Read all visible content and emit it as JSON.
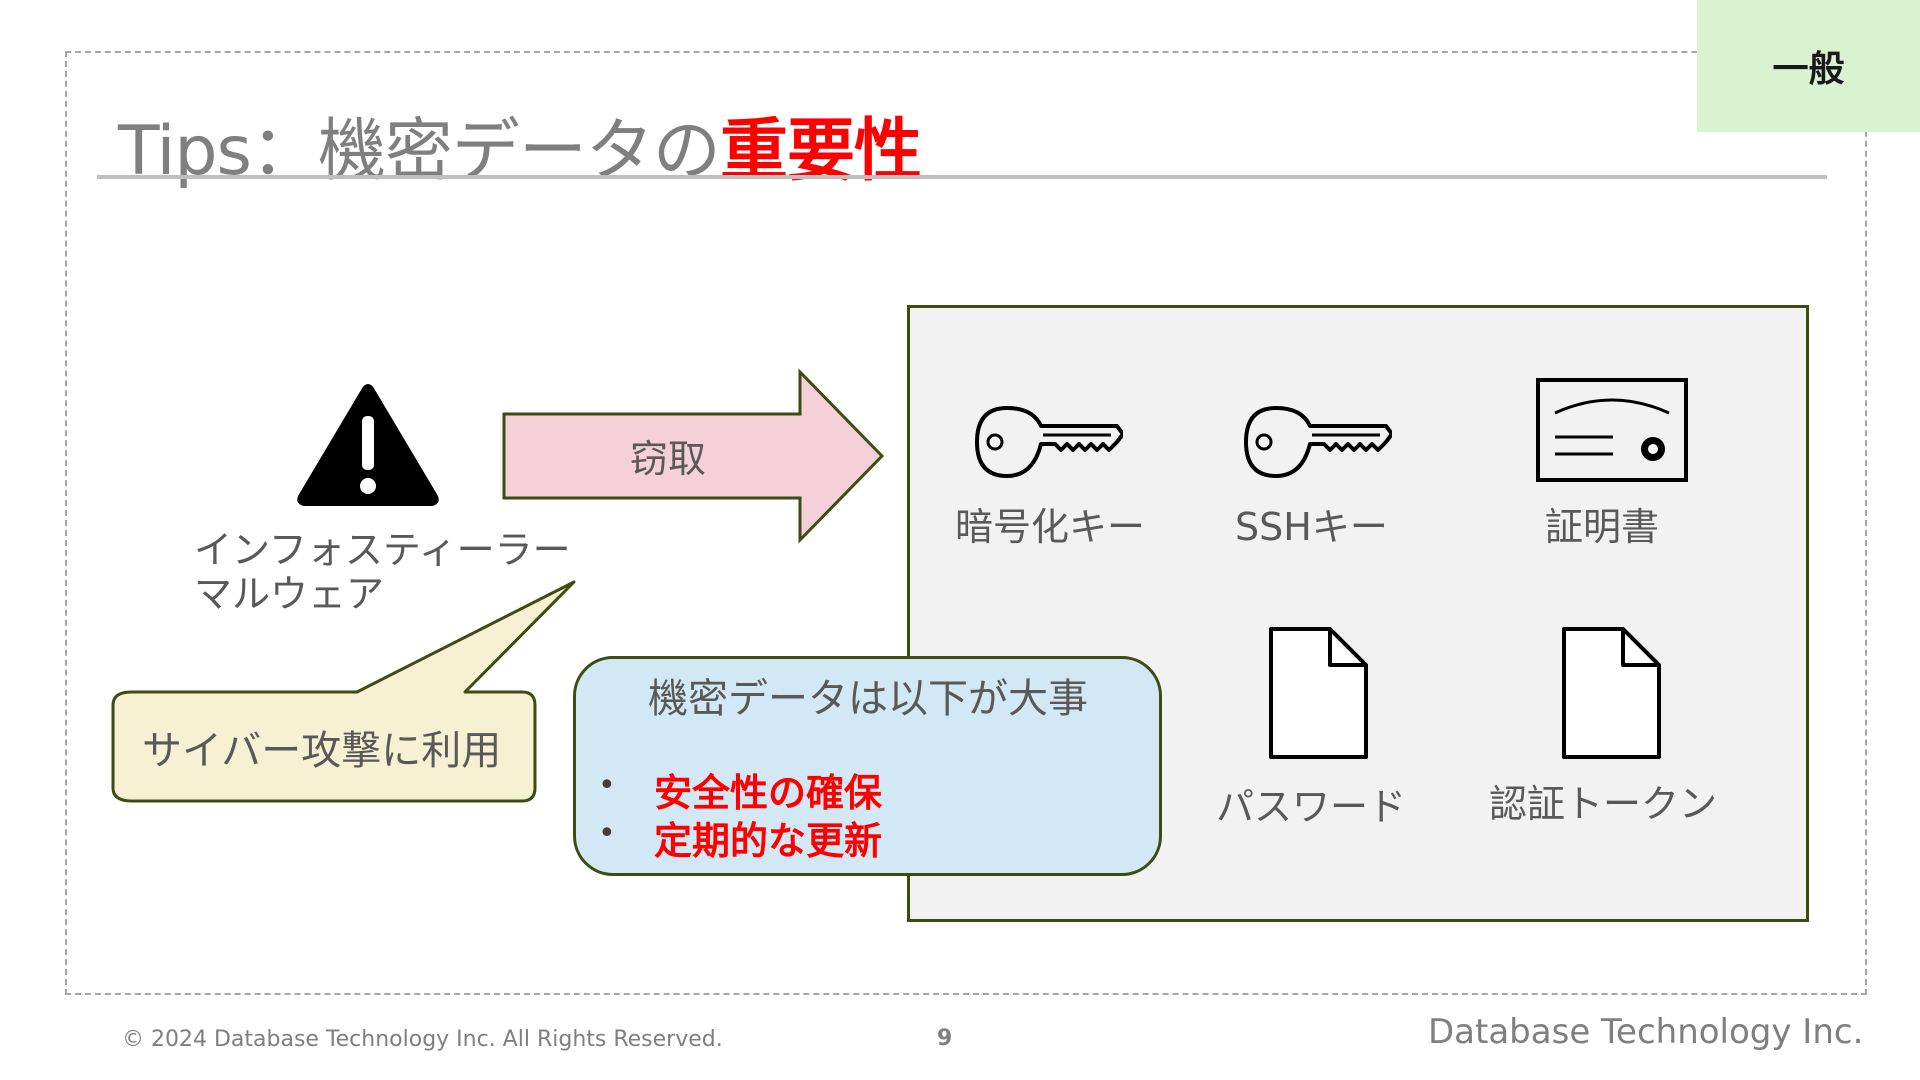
{
  "badge": "一般",
  "title": {
    "prefix": "Tips：機密データの",
    "highlight": "重要性"
  },
  "threat": {
    "line1": "インフォスティーラー",
    "line2": "マルウェア"
  },
  "arrow_label": "窃取",
  "callout": "サイバー攻撃に利用",
  "assets": {
    "encryption_key": "暗号化キー",
    "ssh_key": "SSHキー",
    "certificate": "証明書",
    "password": "パスワード",
    "auth_token": "認証トークン"
  },
  "info": {
    "heading": "機密データは以下が大事",
    "items": [
      "安全性の確保",
      "定期的な更新"
    ]
  },
  "footer": {
    "copyright": "© 2024 Database Technology Inc. All Rights Reserved.",
    "page": "9",
    "brand": "Database Technology Inc."
  },
  "colors": {
    "accent_red": "#ff0000",
    "badge_bg": "#d9f2d0",
    "arrow_fill": "#f5d0d8",
    "callout_fill": "#f6f1d3",
    "infobox_fill": "#d3e8f5",
    "border_green": "#3b4d13"
  }
}
